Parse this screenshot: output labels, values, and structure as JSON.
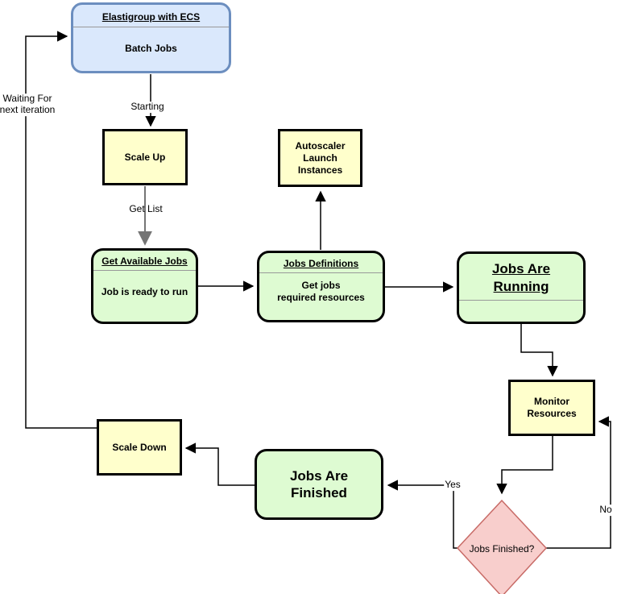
{
  "diagram": {
    "nodes": {
      "elastigroup": {
        "title": "Elastigroup with ECS",
        "body": "Batch Jobs"
      },
      "scale_up": {
        "label": "Scale Up"
      },
      "autoscaler": {
        "label": "Autoscaler\nLaunch\nInstances"
      },
      "get_available_jobs": {
        "title": "Get Available Jobs",
        "body": "Job is ready to run"
      },
      "jobs_definitions": {
        "title": "Jobs Definitions",
        "body": "Get jobs\nrequired resources"
      },
      "jobs_are_running": {
        "title": "Jobs Are\nRunning"
      },
      "monitor_resources": {
        "label": "Monitor\nResources"
      },
      "jobs_finished_decision": {
        "label": "Jobs Finished?"
      },
      "jobs_are_finished": {
        "label": "Jobs Are\nFinished"
      },
      "scale_down": {
        "label": "Scale Down"
      }
    },
    "edge_labels": {
      "starting": "Starting",
      "get_list": "Get List",
      "yes": "Yes",
      "no": "No",
      "waiting": "Waiting For\nnext iteration"
    },
    "colors": {
      "blue_fill": "#dae8fc",
      "blue_border": "#6c8ebf",
      "yellow_fill": "#ffffcc",
      "green_fill": "#defbd2",
      "pink_fill": "#f8cecc",
      "pink_border": "#c86b67",
      "node_border": "#000000",
      "divider": "#999999",
      "edge_black": "#000000",
      "edge_gray": "#757575"
    }
  }
}
